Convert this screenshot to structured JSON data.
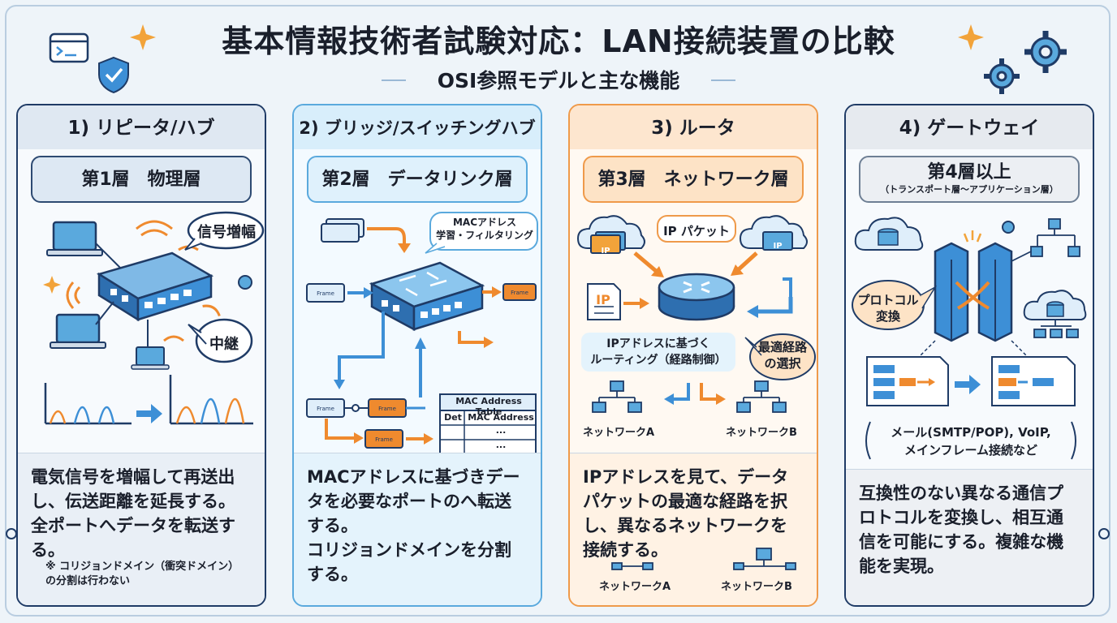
{
  "title": "基本情報技術者試験対応：LAN接続装置の比較",
  "subtitle": "OSI参照モデルと主な機能",
  "columns": [
    {
      "heading": "1) リピータ/ハブ",
      "layer": "第1層　物理層",
      "bubbles": [
        "信号増幅",
        "中継"
      ],
      "description": "電気信号を増幅して再送出し、伝送距離を延長する。全ポートへデータを転送する。",
      "note": "※ コリジョンドメイン（衝突ドメイン）\nの分割は行わない"
    },
    {
      "heading": "2) ブリッジ/スイッチングハブ",
      "layer": "第2層　データリンク層",
      "bubble": "MACアドレス\n学習・フィルタリング",
      "frame_label": "Frame",
      "table_title": "MAC Address Table",
      "table_headers": [
        "Det",
        "MAC Address"
      ],
      "table_rows": [
        "...",
        "..."
      ],
      "description": "MACアドレスに基づきデータを必要なポートのへ転送する。\nコリジョンドメインを分割する。"
    },
    {
      "heading": "3) ルータ",
      "layer": "第3層　ネットワーク層",
      "packet_label": "IP パケット",
      "ip_tag": "IP",
      "routing_label": "IPアドレスに基づく\nルーティング（経路制御）",
      "best_route": "最適経路\nの選択",
      "network_a": "ネットワークA",
      "network_b": "ネットワークB",
      "description": "IPアドレスを見て、データパケットの最適な経路を択し、異なるネットワークを接続する。"
    },
    {
      "heading": "4) ゲートウェイ",
      "layer": "第4層以上",
      "layer_sub": "（トランスポート層～アプリケーション層）",
      "bubble": "プロトコル\n変換",
      "examples": "メール(SMTP/POP), VoIP,\nメインフレーム接続など",
      "description": "互換性のない異なる通信プロトコルを変換し、相互通信を可能にする。複雑な機能を実現。"
    }
  ],
  "colors": {
    "navy": "#1f3b66",
    "blue": "#3d8fd6",
    "orange": "#ef8a2e",
    "light_blue": "#5aa9dd"
  }
}
